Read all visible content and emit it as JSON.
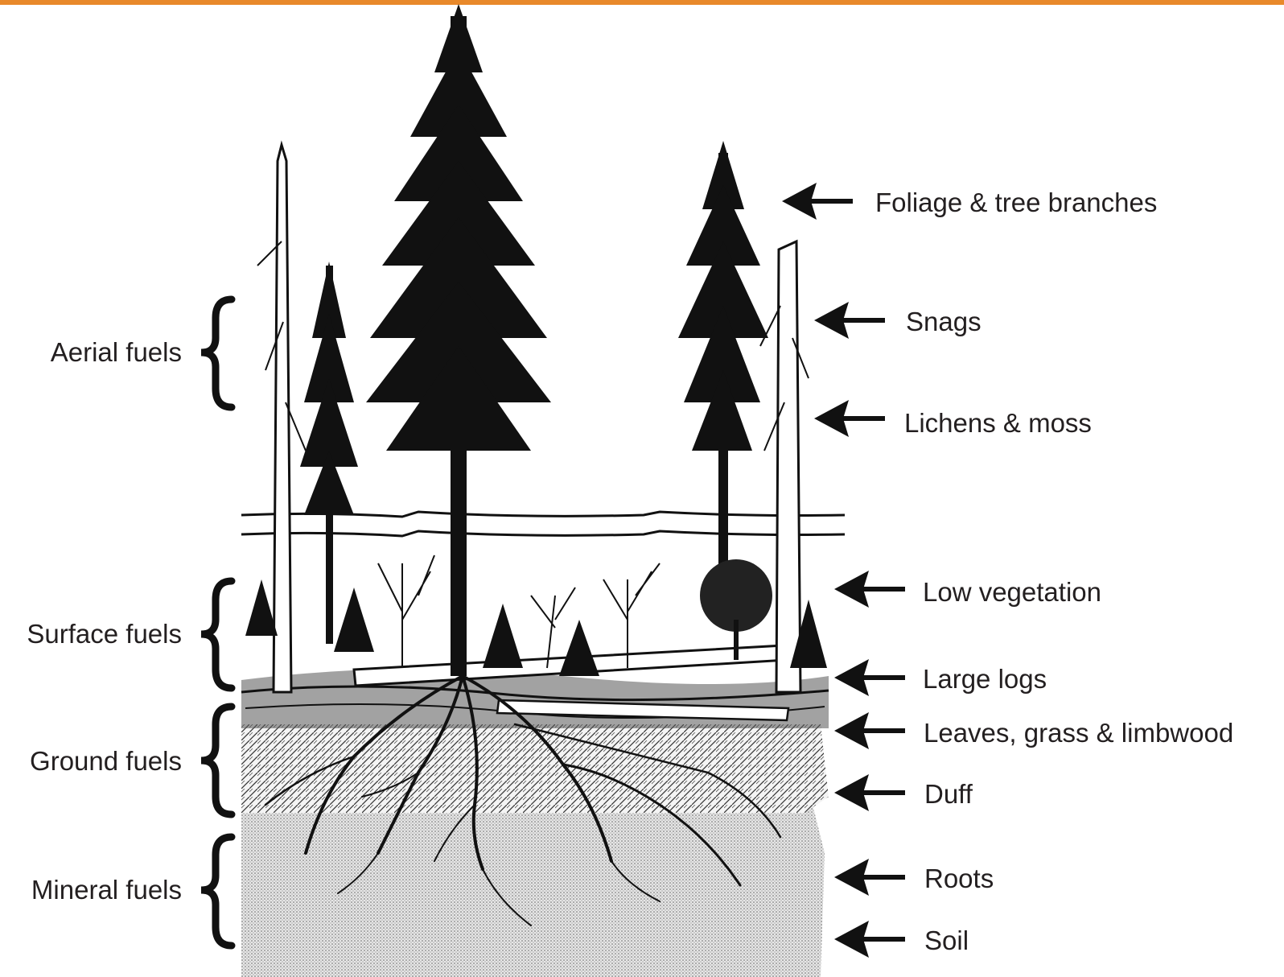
{
  "colors": {
    "accent_bar": "#e8892b",
    "ink": "#1a1a1a",
    "soil": "#d8d8d8",
    "text": "#231f20"
  },
  "categories": [
    {
      "id": "aerial",
      "label": "Aerial fuels"
    },
    {
      "id": "surface",
      "label": "Surface fuels"
    },
    {
      "id": "ground",
      "label": "Ground fuels"
    },
    {
      "id": "mineral",
      "label": "Mineral fuels"
    }
  ],
  "fuel_types": [
    {
      "id": "foliage",
      "label": "Foliage & tree branches"
    },
    {
      "id": "snags",
      "label": "Snags"
    },
    {
      "id": "lichens",
      "label": "Lichens & moss"
    },
    {
      "id": "low-veg",
      "label": "Low vegetation"
    },
    {
      "id": "large-logs",
      "label": "Large logs"
    },
    {
      "id": "leaves",
      "label": "Leaves, grass & limbwood"
    },
    {
      "id": "duff",
      "label": "Duff"
    },
    {
      "id": "roots",
      "label": "Roots"
    },
    {
      "id": "soil",
      "label": "Soil"
    }
  ]
}
